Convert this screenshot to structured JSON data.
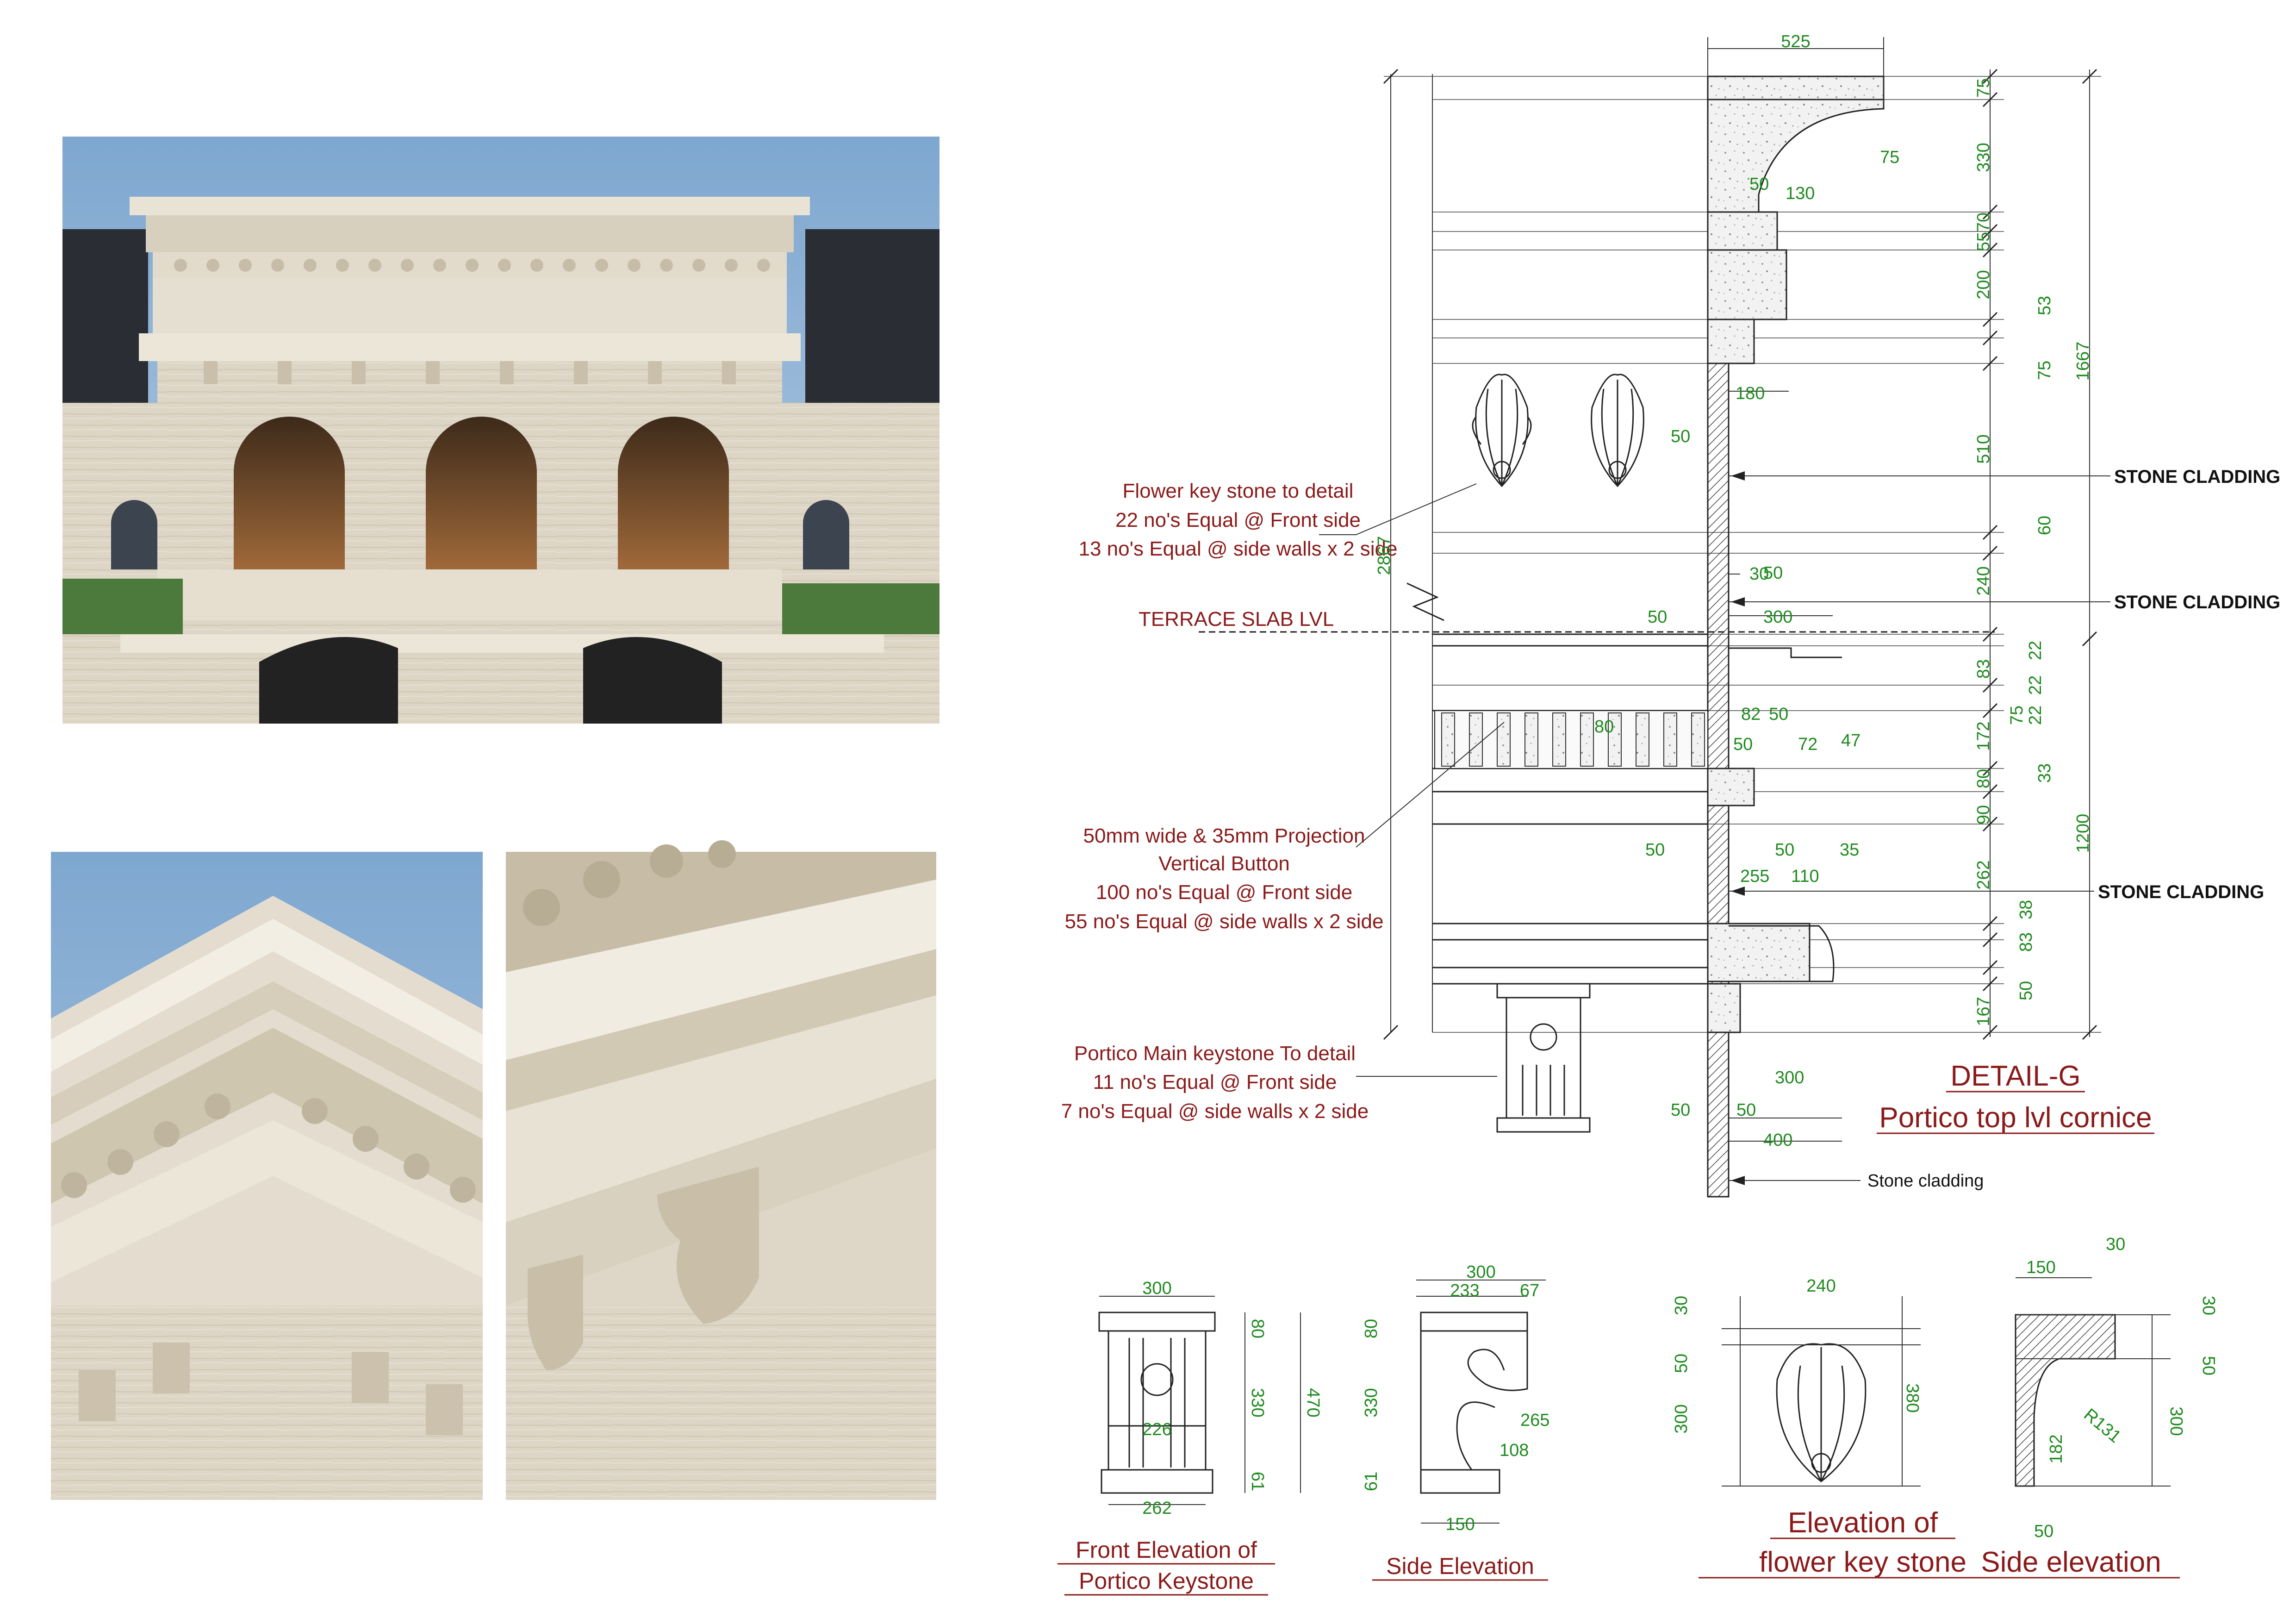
{
  "notes": {
    "flower_key": [
      "Flower key stone to detail",
      "22 no's Equal @ Front side",
      "13 no's Equal @ side walls x 2 side"
    ],
    "terrace": "TERRACE SLAB LVL",
    "button": [
      "50mm wide & 35mm Projection",
      "Vertical Button",
      "100 no's Equal @ Front side",
      "55 no's Equal @ side walls x 2 side"
    ],
    "portico_key": [
      "Portico Main keystone To detail",
      "11 no's Equal @ Front side",
      "7 no's Equal @ side walls x 2 side"
    ]
  },
  "labels": {
    "stone_cladding_1": "STONE CLADDING",
    "stone_cladding_2": "STONE CLADDING",
    "stone_cladding_3": "STONE CLADDING",
    "stone_cladding_small": "Stone cladding"
  },
  "titles": {
    "detail": "DETAIL-G",
    "detail_sub": "Portico top lvl cornice",
    "front_elev": [
      "Front Elevation of",
      "Portico Keystone"
    ],
    "side_elev": "Side Elevation",
    "flower_elev": [
      "Elevation of",
      "flower key stone"
    ],
    "side_elev_2": "Side elevation"
  },
  "dims": {
    "d525": "525",
    "d75a": "75",
    "d75b": "75",
    "d330": "330",
    "d50a": "50",
    "d130": "130",
    "d55": "55",
    "d70": "70",
    "d200": "200",
    "d53": "53",
    "d75c": "75",
    "d1667": "1667",
    "d180": "180",
    "d50b": "50",
    "d510": "510",
    "d60": "60",
    "d2867": "2867",
    "d30": "30",
    "d240": "240",
    "d50c": "50",
    "d300a": "300",
    "d22a": "22",
    "d22b": "22",
    "d22c": "22",
    "d83a": "83",
    "d75d": "75",
    "d82": "82",
    "d50d": "50",
    "d50e": "50",
    "d72": "72",
    "d47": "47",
    "d172": "172",
    "d80a": "80",
    "d33": "33",
    "d90": "90",
    "d1200": "1200",
    "d50f": "50",
    "d50g": "50",
    "d35": "35",
    "d255": "255",
    "d110": "110",
    "d262a": "262",
    "d38": "38",
    "d83b": "83",
    "d50h": "50",
    "d167": "167",
    "d300b": "300",
    "d50i": "50",
    "d50j": "50",
    "d400": "400",
    "d80b": "80",
    "d50k": "50",
    "k300": "300",
    "k80": "80",
    "k470": "470",
    "k330": "330",
    "k226": "226",
    "k61": "61",
    "k262": "262",
    "s300": "300",
    "s233": "233",
    "s67": "67",
    "s80": "80",
    "s330": "330",
    "s265": "265",
    "s108": "108",
    "s61": "61",
    "s150": "150",
    "f240": "240",
    "f30": "30",
    "f50": "50",
    "f300": "300",
    "f380": "380",
    "e150": "150",
    "e30a": "30",
    "e30b": "30",
    "e50a": "50",
    "e300": "300",
    "e182": "182",
    "e131": "R131",
    "e50b": "50"
  },
  "colors": {
    "note": "#8b1a1a",
    "dimension": "#1f8a1f",
    "line": "#222222",
    "sky": "#8fb4d6",
    "stone": "#ddd6c6"
  }
}
